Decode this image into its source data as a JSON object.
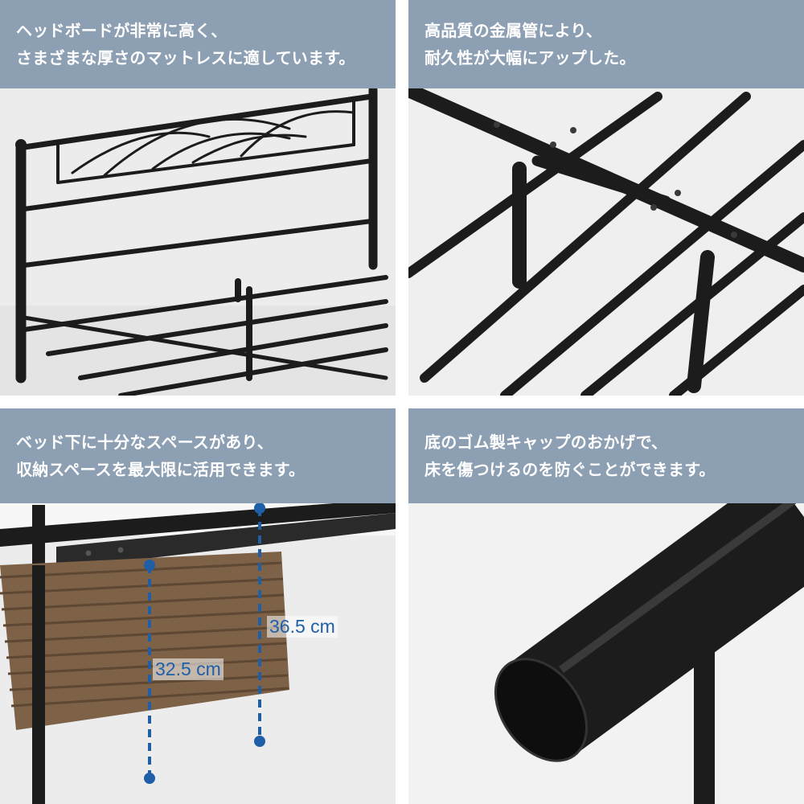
{
  "panels": [
    {
      "caption_line1": "ヘッドボードが非常に高く、",
      "caption_line2": "さまざまな厚さのマットレスに適しています。",
      "photo": "headboard-closeup"
    },
    {
      "caption_line1": "高品質の金属管により、",
      "caption_line2": "耐久性が大幅にアップした。",
      "photo": "metal-frame-underside"
    },
    {
      "caption_line1": "ベッド下に十分なスペースがあり、",
      "caption_line2": "収納スペースを最大限に活用できます。",
      "photo": "under-bed-storage-basket",
      "measurements": [
        "36.5 cm",
        "32.5 cm"
      ]
    },
    {
      "caption_line1": "底のゴム製キャップのおかげで、",
      "caption_line2": "床を傷つけるのを防ぐことができます。",
      "photo": "rubber-cap-closeup"
    }
  ],
  "colors": {
    "banner": "#8c9fb3",
    "caption_text": "#ffffff",
    "metal": "#1c1c1c",
    "measure_line": "#1f5fa8",
    "background": "#ededed"
  }
}
